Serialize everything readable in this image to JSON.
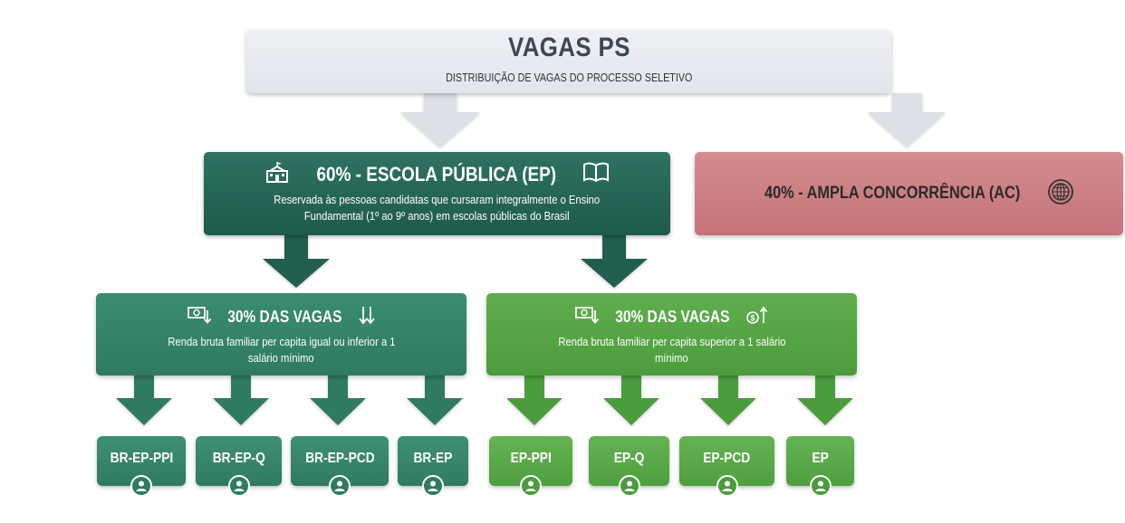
{
  "header": {
    "title": "VAGAS PS",
    "subtitle": "DISTRIBUIÇÃO DE VAGAS DO PROCESSO SELETIVO"
  },
  "escola_publica": {
    "title": "60% - ESCOLA PÚBLICA (EP)",
    "description_line1": "Reservada às pessoas candidatas que cursaram integralmente o Ensino",
    "description_line2": "Fundamental (1º ao 9º anos) em escolas públicas do Brasil",
    "icon_left": "school-icon",
    "icon_right": "book-icon"
  },
  "ampla_concorrencia": {
    "title": "40% - AMPLA CONCORRÊNCIA (AC)",
    "icon": "globe-icon"
  },
  "low_income": {
    "title": "30% DAS VAGAS",
    "description_line1": "Renda bruta familiar per capita igual ou inferior a 1",
    "description_line2": "salário mínimo",
    "icon_left": "money-down-icon",
    "icon_right": "arrows-down-icon"
  },
  "high_income": {
    "title": "30% DAS VAGAS",
    "description_line1": "Renda bruta familiar per capita superior a 1 salário",
    "description_line2": "mínimo",
    "icon_left": "money-down-icon",
    "icon_right": "coin-up-icon"
  },
  "categories_low": [
    "BR-EP-PPI",
    "BR-EP-Q",
    "BR-EP-PCD",
    "BR-EP"
  ],
  "categories_high": [
    "EP-PPI",
    "EP-Q",
    "EP-PCD",
    "EP"
  ],
  "colors": {
    "header_bg": "#e6e9ef",
    "ep_green": "#236556",
    "ac_red": "#cc8084",
    "low_green": "#34846a",
    "high_green": "#57a646",
    "arrow_gray": "#dcdfe6"
  }
}
